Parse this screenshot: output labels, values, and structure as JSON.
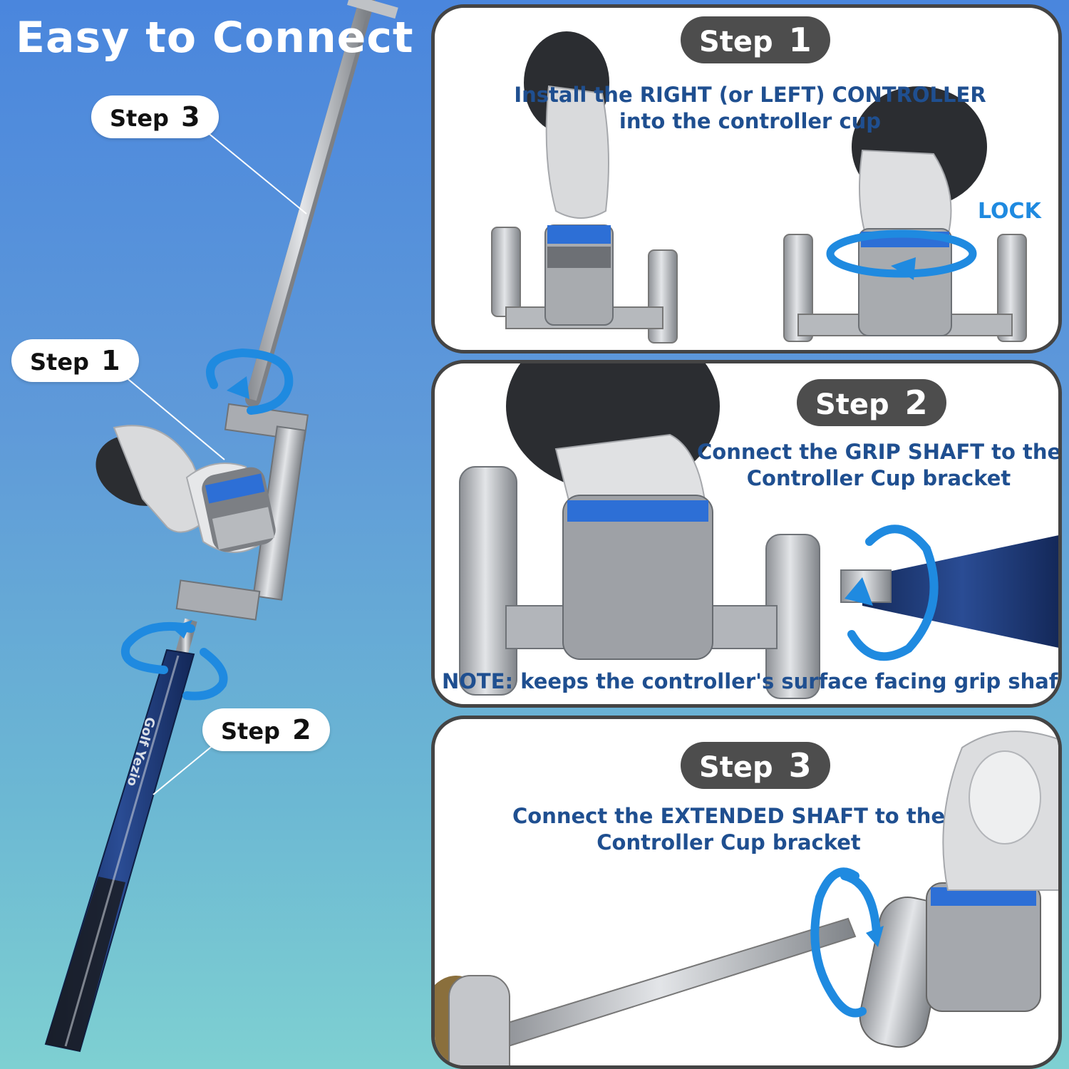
{
  "headline": "Easy to Connect",
  "left_callouts": [
    {
      "word": "Step",
      "number": "3"
    },
    {
      "word": "Step",
      "number": "1"
    },
    {
      "word": "Step",
      "number": "2"
    }
  ],
  "brand_on_grip": "Golf Yezio",
  "panels": [
    {
      "badge_word": "Step",
      "badge_number": "1",
      "line1": "Install the RIGHT (or LEFT) CONTROLLER",
      "line2": "into the controller cup",
      "extra_label": "LOCK"
    },
    {
      "badge_word": "Step",
      "badge_number": "2",
      "line1": "Connect the GRIP SHAFT to the",
      "line2": "Controller Cup bracket",
      "note": "NOTE: keeps the controller's surface facing grip shaft"
    },
    {
      "badge_word": "Step",
      "badge_number": "3",
      "line1": "Connect the EXTENDED SHAFT to the",
      "line2": "Controller Cup bracket"
    }
  ],
  "colors": {
    "accent_blue": "#1f8ae0",
    "instruction_text": "#1f4f90",
    "grip_navy": "#1f3b78",
    "metal": "#b9bcc0",
    "badge_dark": "#4d4d4d"
  },
  "icons": [
    "rotate-arrow-icon",
    "controller-icon",
    "bracket-icon"
  ]
}
